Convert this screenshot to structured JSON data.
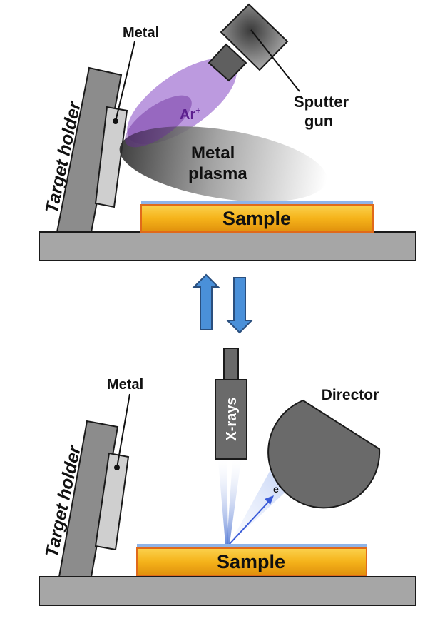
{
  "top_panel": {
    "metal_label": "Metal",
    "target_holder_label": "Target holder",
    "ar_label": "Ar",
    "ar_superscript": "+",
    "sputter_label_line1": "Sputter",
    "sputter_label_line2": "gun",
    "plasma_label_line1": "Metal",
    "plasma_label_line2": "plasma",
    "sample_label": "Sample"
  },
  "bottom_panel": {
    "metal_label": "Metal",
    "target_holder_label": "Target holder",
    "xrays_label": "X-rays",
    "director_label": "Director",
    "electron_label": "e",
    "electron_superscript": "-",
    "sample_label": "Sample"
  },
  "colors": {
    "base_gray": "#a6a6a6",
    "dark_gray": "#595959",
    "outline": "#1a1a1a",
    "argon_purple": "#9b59c9",
    "sample_orange": "#f5a623",
    "film_blue": "#8fb4e8",
    "arrow_blue": "#4a90d9",
    "electron_blue": "#3a5bd8"
  }
}
